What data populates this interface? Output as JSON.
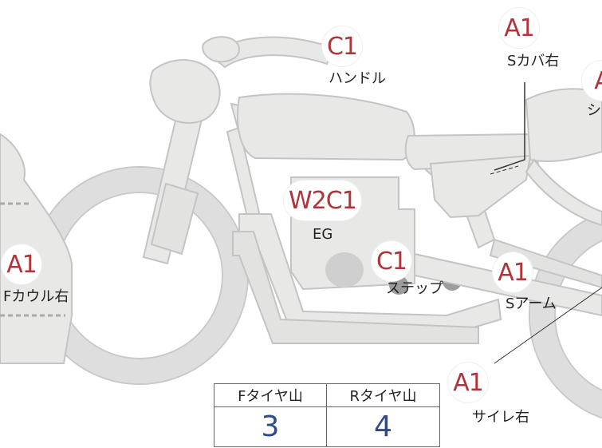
{
  "badges": {
    "handle": "C1",
    "seat_cover_right": "A1",
    "seat": "A",
    "engine_w": "W2",
    "engine_c": "C1",
    "step": "C1",
    "front_cowl_right": "A1",
    "swingarm": "A1",
    "silencer_right": "A1"
  },
  "labels": {
    "handle": "ハンドル",
    "seat_cover_right": "Sカバ右",
    "seat": "シ",
    "engine": "EG",
    "step": "ステップ",
    "front_cowl_right": "Fカウル右",
    "swingarm": "Sアーム",
    "silencer_right": "サイレ右"
  },
  "tire_table": {
    "front_header": "Fタイヤ山",
    "rear_header": "Rタイヤ山",
    "front_value": "3",
    "rear_value": "4"
  },
  "colors": {
    "bike_fill": "#e8e8e6",
    "bike_stroke": "#c9c9c9",
    "badge_text": "#b0343a",
    "table_value": "#2e4a8c"
  }
}
